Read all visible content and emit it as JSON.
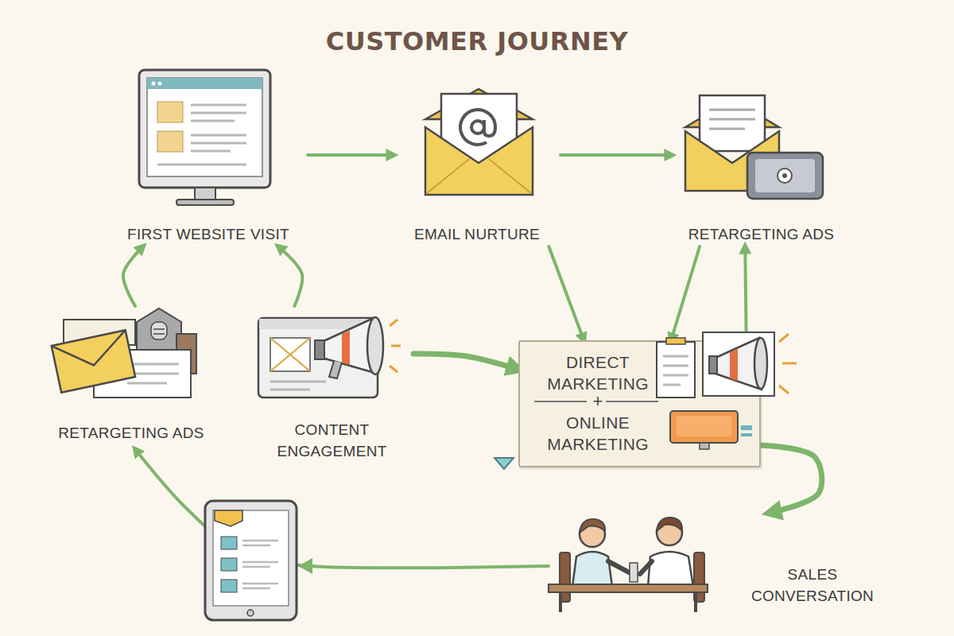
{
  "diagram": {
    "title": "CUSTOMER JOURNEY",
    "nodes": [
      {
        "text": [
          "FIRST WEBSITE VISIT"
        ]
      },
      {
        "text": [
          "EMAIL NURTURE"
        ]
      },
      {
        "text": [
          "RETARGETING ADS"
        ]
      },
      {
        "text": [
          "RETARGETING ADS"
        ]
      },
      {
        "text": [
          "CONTENT ENGAGEMENT"
        ]
      },
      {
        "text": [
          "DIRECT MARKETING",
          "+",
          "ONLINE MARKETING"
        ]
      },
      {
        "text": [
          "SALES CONVERSATION"
        ]
      }
    ],
    "edges": [
      {
        "from": 0,
        "to": 1,
        "arrow": "to"
      },
      {
        "from": 1,
        "to": 2,
        "arrow": "to"
      },
      {
        "from": 1,
        "to": 5,
        "arrow": "to"
      },
      {
        "from": 2,
        "to": 5,
        "arrow": "to"
      },
      {
        "from": 5,
        "to": 2,
        "arrow": "to"
      },
      {
        "from": 4,
        "to": 5,
        "arrow": "to"
      },
      {
        "from": 5,
        "to": 6,
        "arrow": "to"
      },
      {
        "from": 6,
        "to": 3,
        "arrow": "to"
      },
      {
        "from": 3,
        "to": 0,
        "arrow": "to"
      },
      {
        "from": 4,
        "to": 0,
        "arrow": "to"
      }
    ]
  }
}
